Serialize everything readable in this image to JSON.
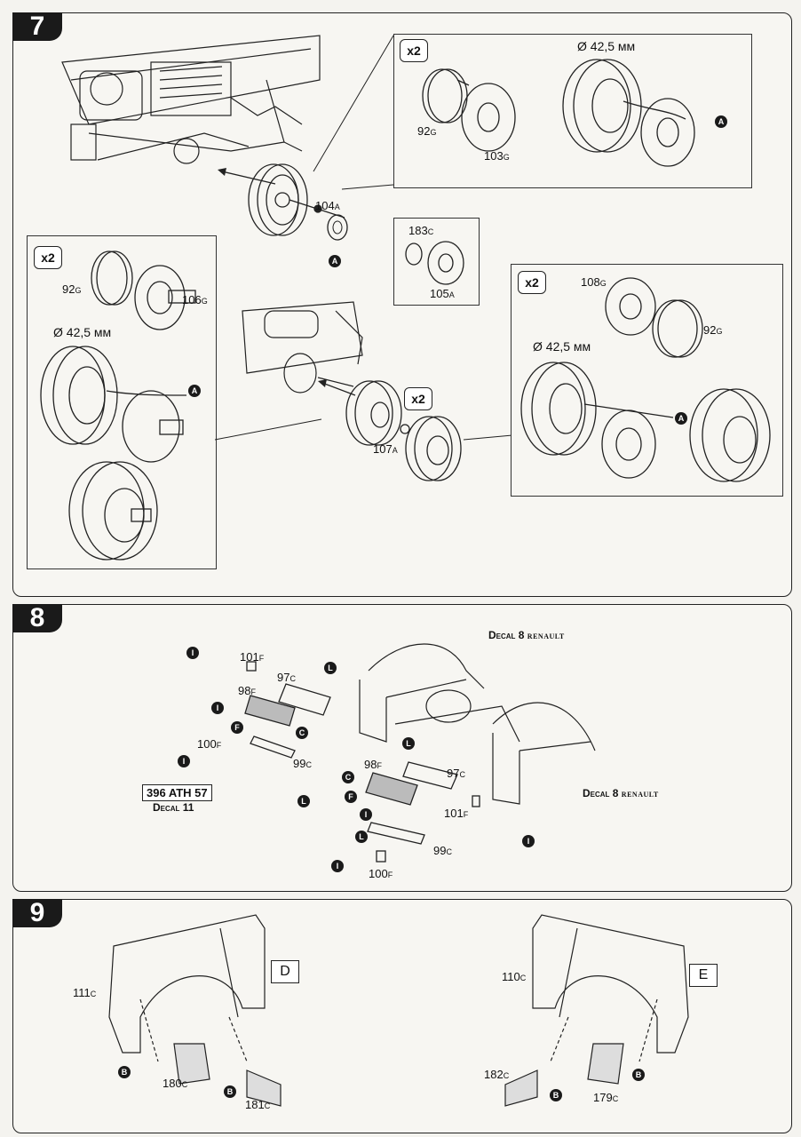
{
  "steps": {
    "s7": {
      "number": "7",
      "x2": "x2",
      "diameter": "Ø 42,5 мм",
      "parts": {
        "p104": "104",
        "p104s": "A",
        "p92": "92",
        "p92s": "G",
        "p103": "103",
        "p103s": "G",
        "p183": "183",
        "p183s": "C",
        "p105": "105",
        "p105s": "A",
        "p106": "106",
        "p106s": "G",
        "p107": "107",
        "p107s": "A",
        "p108": "108",
        "p108s": "G"
      },
      "marker": "A"
    },
    "s8": {
      "number": "8",
      "decal_top": "Decal 8",
      "decal_right": "Decal 8",
      "renault": "RENAULT",
      "plate": "396 ATH 57",
      "decal11": "Decal 11",
      "parts": {
        "p101": "101",
        "p101s": "F",
        "p97": "97",
        "p97s": "C",
        "p98": "98",
        "p98s": "F",
        "p100": "100",
        "p100s": "F",
        "p99": "99",
        "p99s": "C"
      },
      "markers": {
        "I": "I",
        "L": "L",
        "F": "F",
        "C": "C"
      }
    },
    "s9": {
      "number": "9",
      "boxD": "D",
      "boxE": "E",
      "parts": {
        "p111": "111",
        "p111s": "C",
        "p180": "180",
        "p180s": "C",
        "p181": "181",
        "p181s": "C",
        "p110": "110",
        "p110s": "C",
        "p182": "182",
        "p182s": "C",
        "p179": "179",
        "p179s": "C"
      },
      "marker": "B"
    }
  }
}
